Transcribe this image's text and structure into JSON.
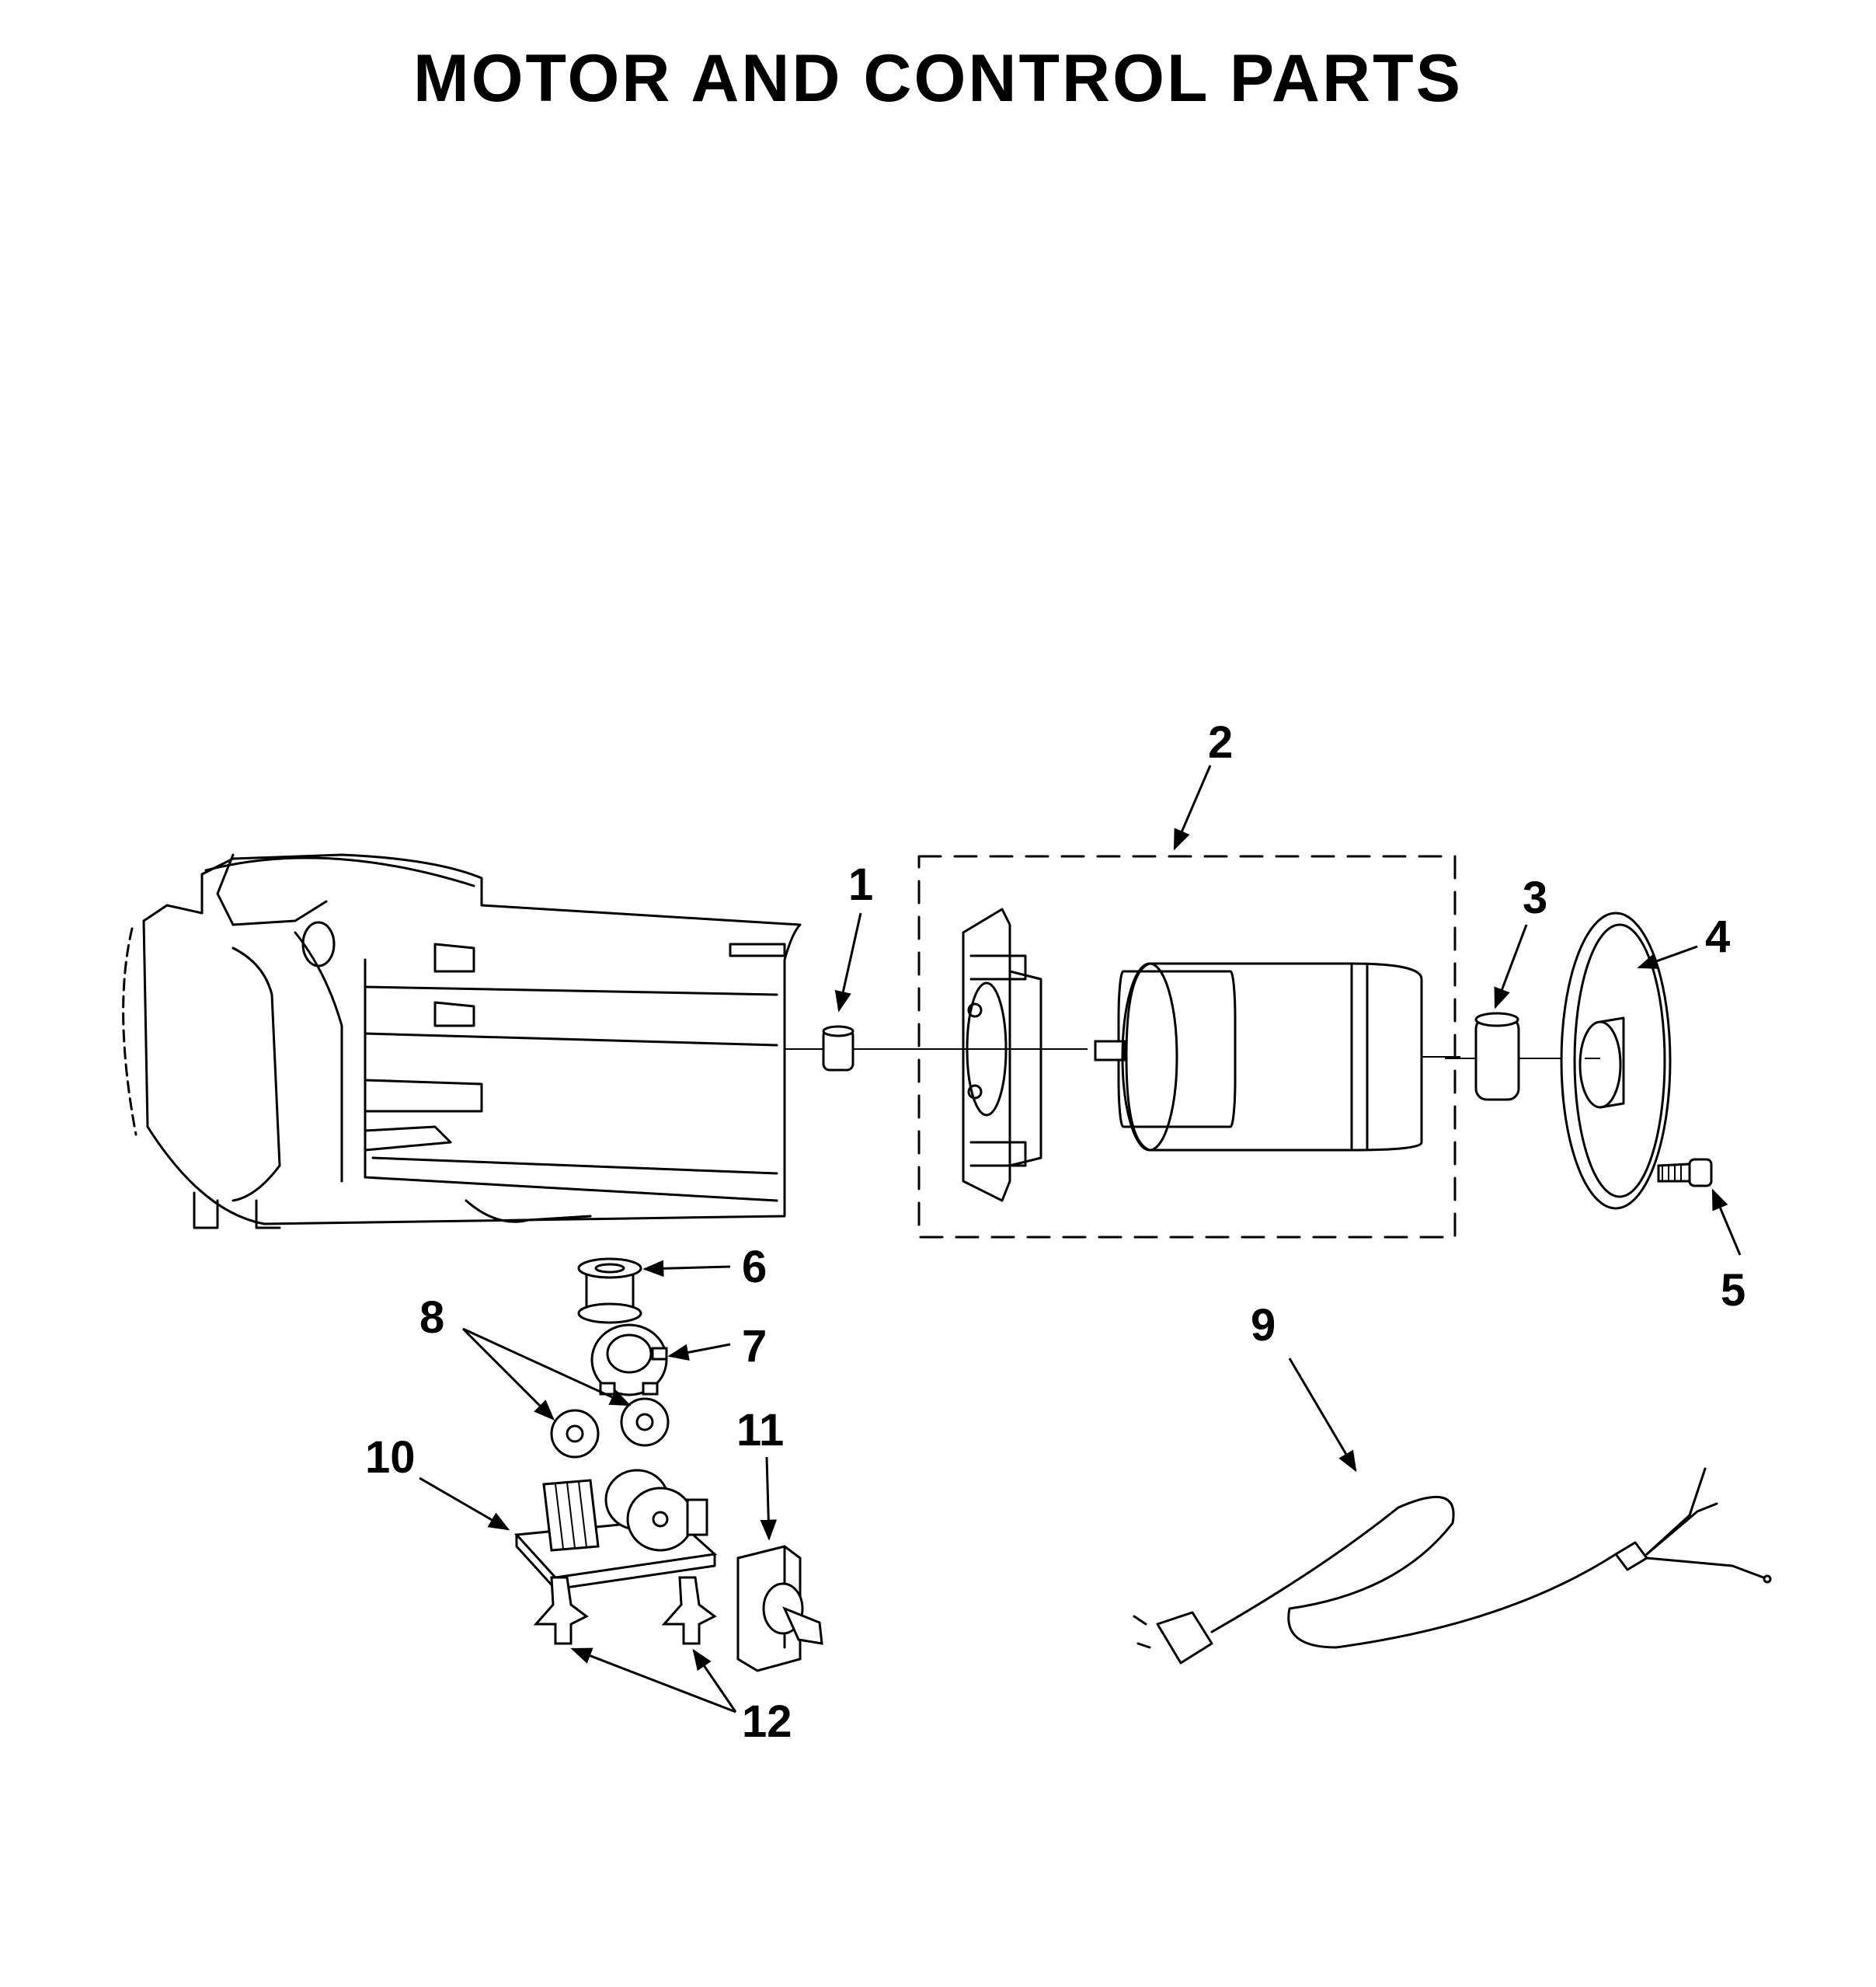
{
  "title": "MOTOR AND CONTROL PARTS",
  "callouts": [
    {
      "id": "1",
      "label": "1"
    },
    {
      "id": "2",
      "label": "2"
    },
    {
      "id": "3",
      "label": "3"
    },
    {
      "id": "4",
      "label": "4"
    },
    {
      "id": "5",
      "label": "5"
    },
    {
      "id": "6",
      "label": "6"
    },
    {
      "id": "7",
      "label": "7"
    },
    {
      "id": "8",
      "label": "8"
    },
    {
      "id": "9",
      "label": "9"
    },
    {
      "id": "10",
      "label": "10"
    },
    {
      "id": "11",
      "label": "11"
    },
    {
      "id": "12",
      "label": "12"
    }
  ]
}
